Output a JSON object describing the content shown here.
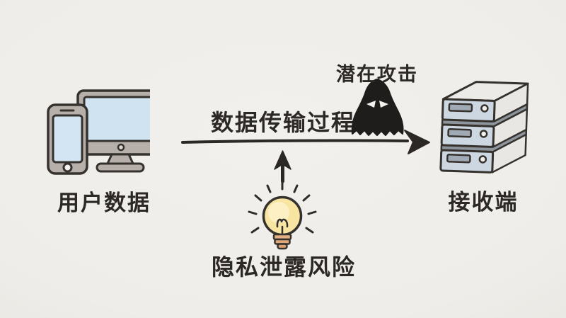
{
  "diagram": {
    "labels": {
      "source": "用户数据",
      "transmission": "数据传输过程",
      "attack": "潜在攻击",
      "receiver": "接收端",
      "risk": "隐私泄露风险"
    },
    "icons": {
      "left": "phone-and-monitor",
      "center_top": "hooded-hacker",
      "right": "server-stack",
      "bottom": "lightbulb"
    },
    "colors": {
      "background": "#efede9",
      "ink": "#2e2b28",
      "device_frame": "#b7afa9",
      "screen_blue": "#cfe3f1",
      "server_front": "#cdd7e2",
      "server_side": "#e9e7e3",
      "server_band": "#8e949b",
      "bulb_yellow": "#f9e5a2",
      "bulb_base": "#e5b184",
      "hacker_black": "#1f1d1b"
    }
  }
}
